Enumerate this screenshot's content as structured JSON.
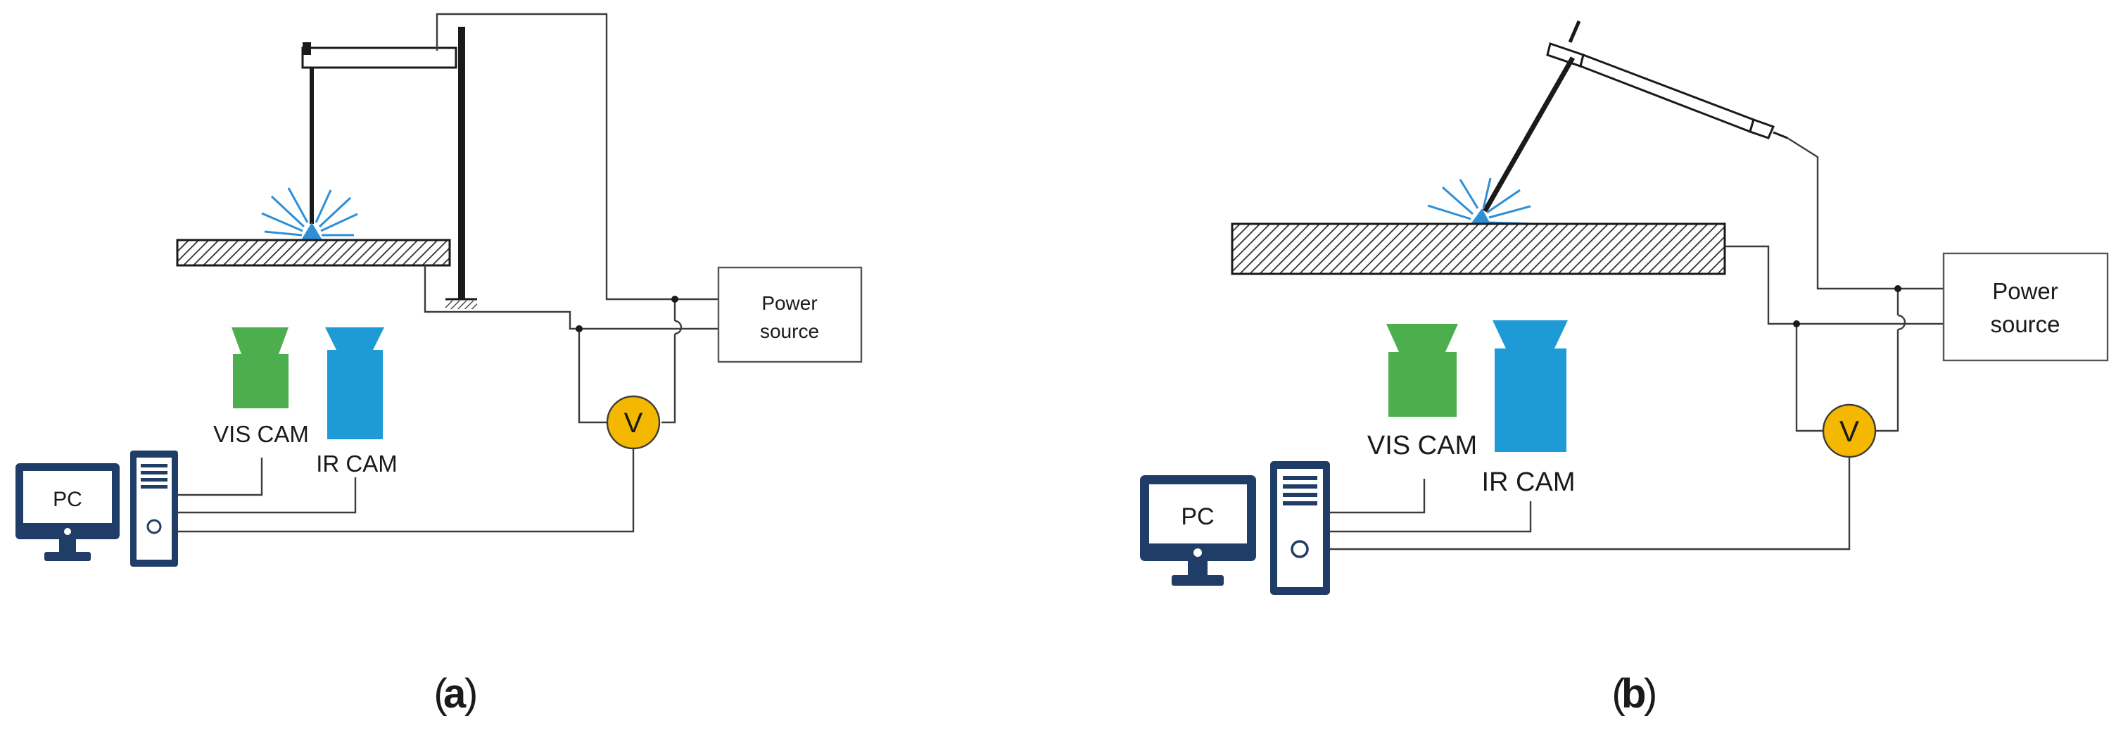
{
  "panels": [
    {
      "id": "a",
      "caption_letter": "a",
      "power_source": {
        "line1": "Power",
        "line2": "source"
      },
      "voltmeter": "V",
      "vis_cam": "VIS CAM",
      "ir_cam": "IR CAM",
      "pc": "PC"
    },
    {
      "id": "b",
      "caption_letter": "b",
      "power_source": {
        "line1": "Power",
        "line2": "source"
      },
      "voltmeter": "V",
      "vis_cam": "VIS CAM",
      "ir_cam": "IR CAM",
      "pc": "PC"
    }
  ],
  "colors": {
    "vis_camera": "#4cae4c",
    "ir_camera": "#1e9ad6",
    "voltmeter": "#f5b800",
    "pc": "#1f3d66",
    "arc": "#2f8fd6",
    "wire": "#3c3c3c"
  }
}
